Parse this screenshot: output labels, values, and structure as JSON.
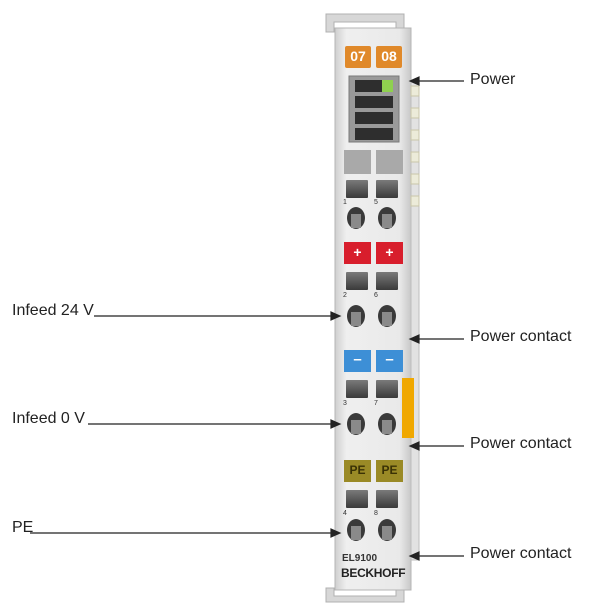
{
  "terminal": {
    "led_numbers": [
      "07",
      "08"
    ],
    "contact_numbers": [
      "1",
      "5",
      "2",
      "6",
      "3",
      "7",
      "4",
      "8"
    ],
    "plus_symbol": "+",
    "minus_symbol": "–",
    "pe_symbol": "PE",
    "model": "EL9100",
    "brand": "BECKHOFF"
  },
  "labels": {
    "power": "Power",
    "power_contact_1": "Power contact",
    "power_contact_2": "Power contact",
    "power_contact_3": "Power contact",
    "infeed_24v": "Infeed 24 V",
    "infeed_0v": "Infeed 0 V",
    "pe": "PE"
  },
  "colors": {
    "led_orange": "#e0892a",
    "plus_red": "#d81e2c",
    "minus_blue": "#3d8fd6",
    "pe_olive": "#9a8a26",
    "housing": "#e6e6e6",
    "side_bar_orange": "#f0a800",
    "led_green": "#8fd14f"
  }
}
